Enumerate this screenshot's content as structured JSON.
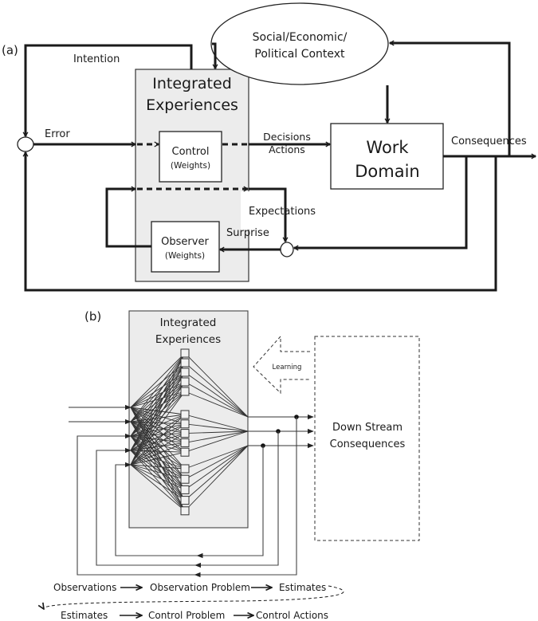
{
  "panel_a": {
    "label": "(a)",
    "context_line1": "Social/Economic/",
    "context_line2": "Political Context",
    "integrated_line1": "Integrated",
    "integrated_line2": "Experiences",
    "control_label": "Control",
    "control_sub": "(Weights)",
    "observer_label": "Observer",
    "observer_sub": "(Weights)",
    "work_line1": "Work",
    "work_line2": "Domain",
    "intention": "Intention",
    "error": "Error",
    "decisions": "Decisions",
    "actions": "Actions",
    "consequences": "Consequences",
    "expectations": "Expectations",
    "surprise": "Surprise"
  },
  "panel_b": {
    "label": "(b)",
    "integrated_line1": "Integrated",
    "integrated_line2": "Experiences",
    "learning": "Learning",
    "downstream_line1": "Down Stream",
    "downstream_line2": "Consequences",
    "node_groups": [
      5,
      5,
      5
    ],
    "inputs": 5,
    "outputs": 3
  },
  "flow": {
    "row1": [
      "Observations",
      "Observation Problem",
      "Estimates"
    ],
    "row2": [
      "Estimates",
      "Control Problem",
      "Control Actions"
    ]
  }
}
